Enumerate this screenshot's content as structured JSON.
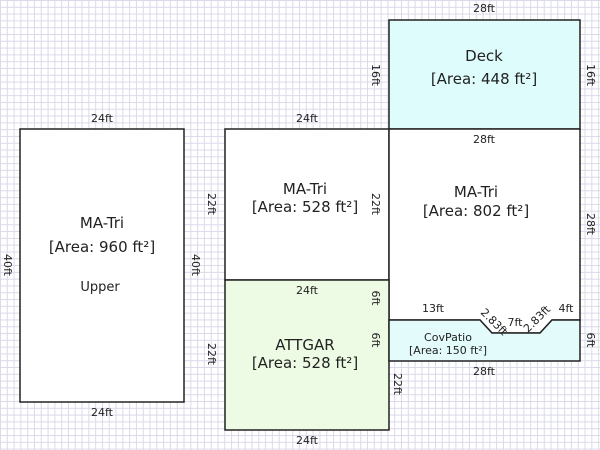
{
  "rooms": {
    "upper": {
      "name": "MA-Tri",
      "area": "[Area: 960 ft²]",
      "extra": "Upper",
      "dims": {
        "top": "24ft",
        "bottom": "24ft",
        "left": "40ft",
        "right": "40ft"
      }
    },
    "middle": {
      "name": "MA-Tri",
      "area": "[Area: 528 ft²]",
      "dims": {
        "top": "24ft",
        "left": "22ft",
        "right": "22ft"
      }
    },
    "right": {
      "name": "MA-Tri",
      "area": "[Area: 802 ft²]",
      "dims": {
        "top": "28ft",
        "right": "28ft",
        "seg_left": "13ft",
        "seg_diag1": "2.83ft",
        "seg_mid": "7ft",
        "seg_diag2": "2.83ft",
        "seg_right": "4ft",
        "inner_right": "6ft"
      }
    },
    "deck": {
      "name": "Deck",
      "area": "[Area: 448 ft²]",
      "dims": {
        "top": "28ft",
        "left": "16ft",
        "right": "16ft"
      }
    },
    "attgar": {
      "name": "ATTGAR",
      "area": "[Area: 528 ft²]",
      "dims": {
        "top": "24ft",
        "bottom": "24ft",
        "left": "22ft",
        "right_upper": "6ft",
        "right_lower": "22ft"
      }
    },
    "covpatio": {
      "name": "CovPatio",
      "area": "[Area: 150 ft²]",
      "dims": {
        "bottom": "28ft",
        "left": "6ft",
        "right": "6ft"
      }
    }
  },
  "colors": {
    "deck": "#dffcfc",
    "attgar": "#eefbe4",
    "covpatio": "#e3fbfb",
    "room": "#ffffff",
    "stroke": "#222222"
  }
}
